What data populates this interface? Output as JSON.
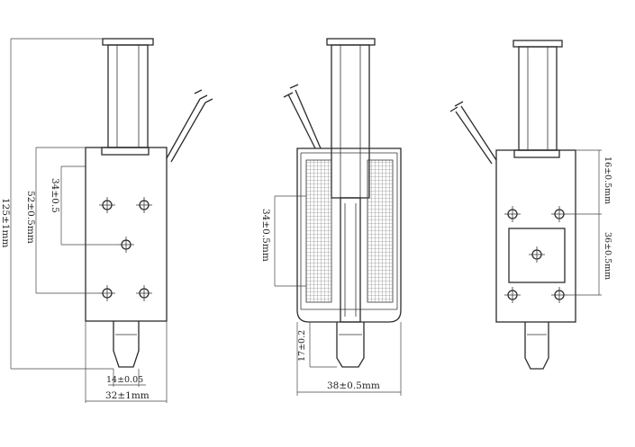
{
  "dims": {
    "total_length": "125±1mm",
    "span_52": "52±0.5mm",
    "span_34_left": "34±0.5",
    "thread_14": "14±0.05",
    "width_32": "32±1mm",
    "span_34_mid": "34±0.5mm",
    "thread_17": "17±0.2",
    "width_38": "38±0.5mm",
    "span_16": "16±0.5mm",
    "span_36": "36±0.5mm"
  },
  "colors": {
    "line": "#2b2b2b",
    "hatch": "#555555"
  }
}
